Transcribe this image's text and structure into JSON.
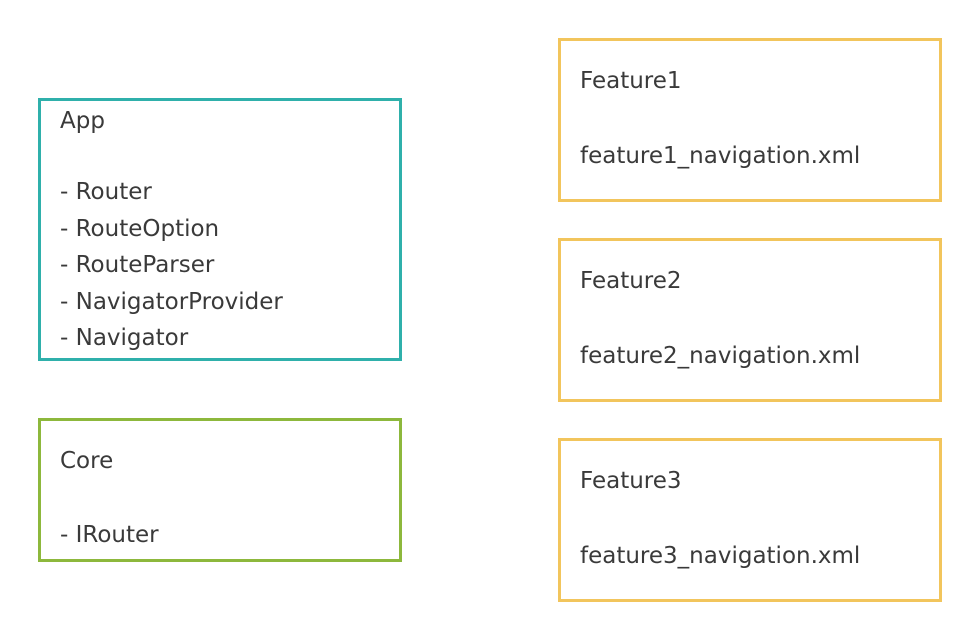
{
  "colors": {
    "app_border": "#2fb0ab",
    "core_border": "#8db83c",
    "feature_border": "#f2c55c",
    "text": "#3a3a3a",
    "background": "#ffffff"
  },
  "app": {
    "title": "App",
    "items": [
      "- Router",
      "- RouteOption",
      "- RouteParser",
      "- NavigatorProvider",
      "- Navigator"
    ]
  },
  "core": {
    "title": "Core",
    "items": [
      "- IRouter"
    ]
  },
  "features": [
    {
      "title": "Feature1",
      "file": "feature1_navigation.xml"
    },
    {
      "title": "Feature2",
      "file": "feature2_navigation.xml"
    },
    {
      "title": "Feature3",
      "file": "feature3_navigation.xml"
    }
  ]
}
